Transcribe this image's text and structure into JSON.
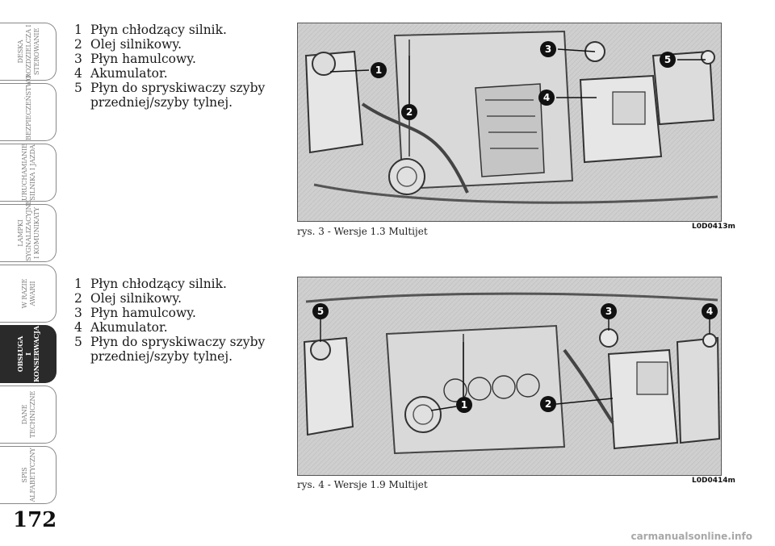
{
  "sidebar": {
    "tabs": [
      {
        "label": "DESKA\nROZDZIELCZA I\nSTEROWANIE",
        "active": false
      },
      {
        "label": "BEZPIECZEŃSTWO",
        "active": false
      },
      {
        "label": "URUCHAMIANIE\nSILNIKA I JAZDA",
        "active": false
      },
      {
        "label": "LAMPKI\nSYGNALIZACYJNE\nI KOMUNIKATY",
        "active": false
      },
      {
        "label": "W RAZIE\nAWARII",
        "active": false
      },
      {
        "label": "OBSŁUGA\nI KONSERWACJA",
        "active": true
      },
      {
        "label": "DANE\nTECHNICZNE",
        "active": false
      },
      {
        "label": "SPIS\nALFABETYCZNY",
        "active": false
      }
    ]
  },
  "page_number": "172",
  "section1": {
    "items": [
      {
        "num": "1",
        "text": "Płyn chłodzący silnik."
      },
      {
        "num": "2",
        "text": "Olej silnikowy."
      },
      {
        "num": "3",
        "text": "Płyn hamulcowy."
      },
      {
        "num": "4",
        "text": "Akumulator."
      },
      {
        "num": "5",
        "text": "Płyn do spryskiwaczy szyby przedniej/szyby tylnej."
      }
    ],
    "caption": "rys. 3 - Wersje 1.3 Multijet",
    "code": "L0D0413m",
    "callouts": [
      "1",
      "2",
      "3",
      "4",
      "5"
    ]
  },
  "section2": {
    "items": [
      {
        "num": "1",
        "text": "Płyn chłodzący silnik."
      },
      {
        "num": "2",
        "text": "Olej silnikowy."
      },
      {
        "num": "3",
        "text": "Płyn hamulcowy."
      },
      {
        "num": "4",
        "text": "Akumulator."
      },
      {
        "num": "5",
        "text": "Płyn do spryskiwaczy szyby przedniej/szyby tylnej."
      }
    ],
    "caption": "rys. 4 - Wersje 1.9 Multijet",
    "code": "L0D0414m",
    "callouts": [
      "5",
      "3",
      "4",
      "1",
      "2"
    ]
  },
  "watermark": "carmanualsonline.info"
}
